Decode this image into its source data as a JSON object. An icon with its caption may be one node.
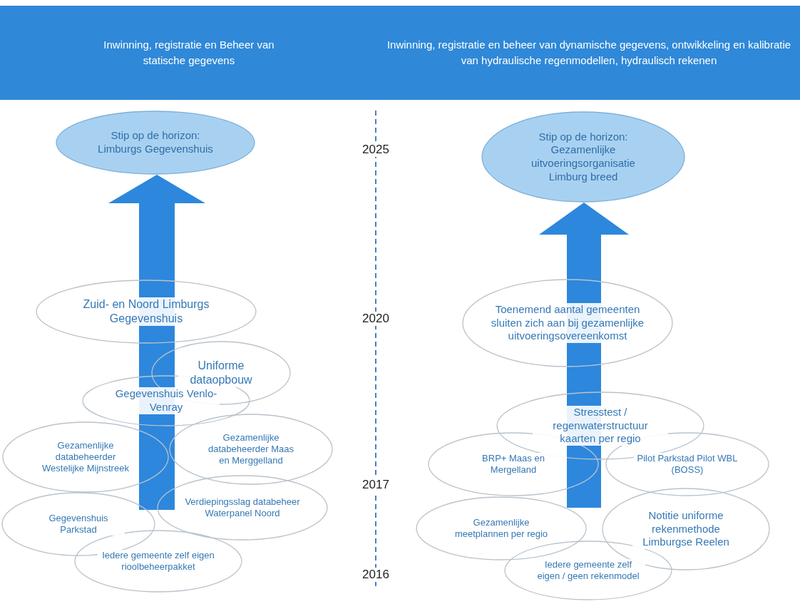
{
  "diagram": {
    "nodes": [
      {
        "text": [
          "Inwinning, registratie en Beheer van statische gegevens",
          "Inwinning, registratie en beheer van dynamische gegevens, ontwikkeling en kalibratie van hydraulische regenmodellen, hydraulisch rekenen"
        ]
      },
      {
        "text": [
          "Stip op de horizon: Limburgs Gegevenshuis"
        ]
      },
      {
        "text": [
          "Stip op de horizon: Gezamenlijke uitvoeringsorganisatie Limburg breed"
        ]
      },
      {
        "text": [
          "Zuid- en Noord Limburgs Gegevenshuis"
        ]
      },
      {
        "text": [
          "Uniforme dataopbouw"
        ]
      },
      {
        "text": [
          "Gegevenshuis Venlo-Venray"
        ]
      },
      {
        "text": [
          "Gezamenlijke databeheerder Westelijke Mijnstreek"
        ]
      },
      {
        "text": [
          "Gezamenlijke databeheerder Maas en Merggelland"
        ]
      },
      {
        "text": [
          "Gegevenshuis Parkstad"
        ]
      },
      {
        "text": [
          "Verdiepingsslag databeheer Waterpanel Noord"
        ]
      },
      {
        "text": [
          "Iedere gemeente zelf eigen rioolbeheerpakket"
        ]
      },
      {
        "text": [
          "Toenemend aantal gemeenten sluiten zich aan bij gezamenlijke uitvoeringsovereenkomst"
        ]
      },
      {
        "text": [
          "Stresstest / regenwaterstructuur kaarten per regio"
        ]
      },
      {
        "text": [
          "BRP+ Maas en Mergelland"
        ]
      },
      {
        "text": [
          "Pilot Parkstad Pilot WBL (BOSS)"
        ]
      },
      {
        "text": [
          "Gezamenlijke meetplannen per regio"
        ]
      },
      {
        "text": [
          "Notitie uniforme rekenmethode Limburgse Reelen"
        ]
      },
      {
        "text": [
          "Iedere gemeente zelf eigen / geen rekenmodel"
        ]
      }
    ],
    "edges": [
      {
        "from": null,
        "to": 1,
        "arrow": "to",
        "style": "thick"
      },
      {
        "from": null,
        "to": 2,
        "arrow": "to",
        "style": "thick"
      }
    ],
    "labels": [
      "2025",
      "2020",
      "2017",
      "2016"
    ]
  }
}
